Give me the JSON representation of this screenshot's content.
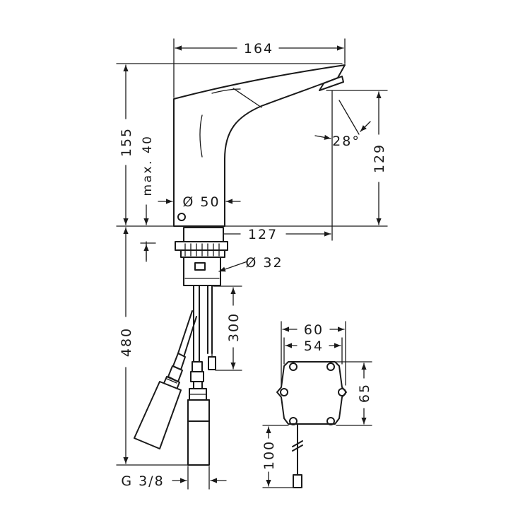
{
  "diagram": {
    "dimensions": {
      "spout_length": "164",
      "total_height": "155",
      "max_thickness": "max. 40",
      "base_diameter": "Ø 50",
      "projection": "127",
      "spout_clearance": "129",
      "sensor_angle": "28°",
      "shank_diameter": "Ø 32",
      "total_length_below": "480",
      "cable_length": "300",
      "connection_thread": "G 3/8",
      "box_width_outer": "60",
      "box_width_inner": "54",
      "box_height": "65",
      "box_cable_length": "100"
    }
  }
}
